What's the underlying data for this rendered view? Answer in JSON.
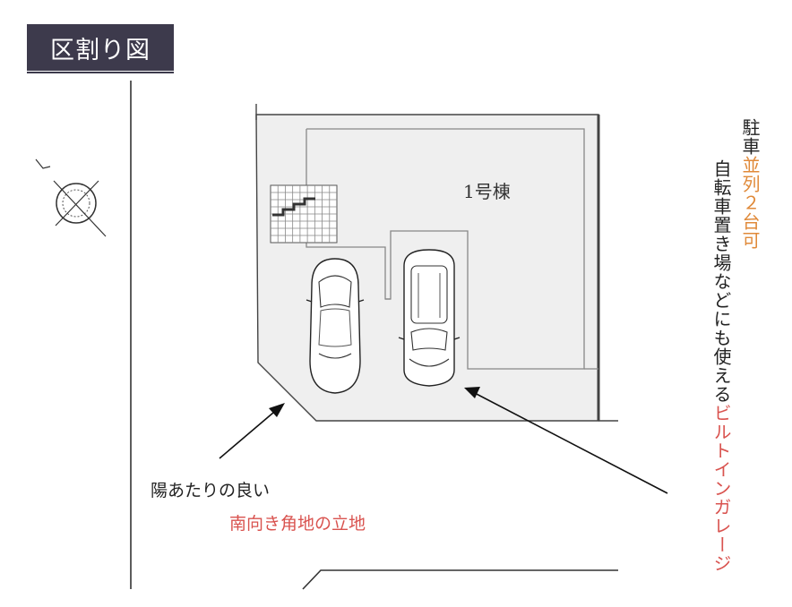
{
  "title": "区割り図",
  "building_label": "1号棟",
  "caption_line1": "陽あたりの良い",
  "caption_line2": "南向き角地の立地",
  "vertical_text_1": {
    "black": "駐車",
    "orange": "並列２台可"
  },
  "vertical_text_2": {
    "black": "自転車置き場などにも使える",
    "red": "ビルトインガレージ"
  },
  "colors": {
    "title_bg": "#3d3a4c",
    "site_fill": "#efefef",
    "red_text": "#d9534f",
    "orange_text": "#e08a3a",
    "line": "#222222"
  },
  "icons": [
    "compass-icon",
    "car-icon",
    "arrow-icon"
  ]
}
